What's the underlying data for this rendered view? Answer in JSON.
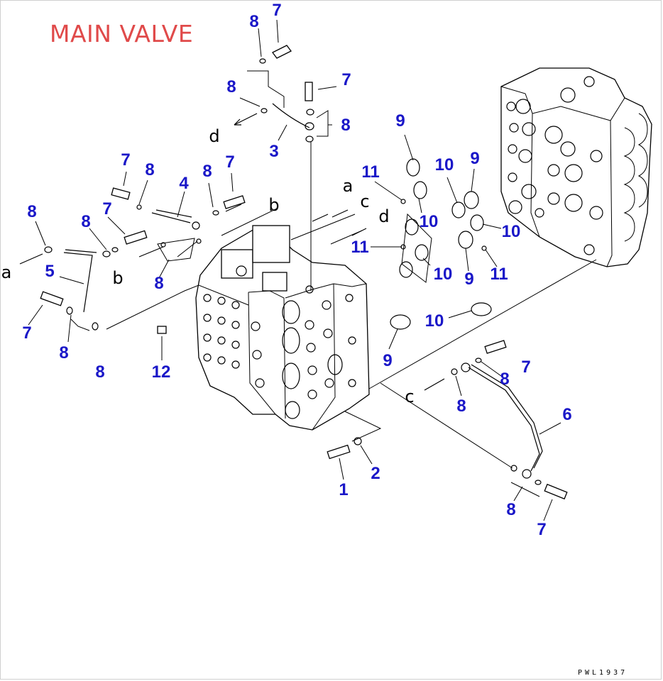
{
  "title": "MAIN VALVE",
  "drawing_code": "PWL1937",
  "colors": {
    "title": "#e04a4a",
    "callout": "#1a17c8",
    "line": "#000000"
  },
  "callouts": [
    {
      "text": "7"
    },
    {
      "text": "8"
    },
    {
      "text": "7"
    },
    {
      "text": "8"
    },
    {
      "text": "8"
    },
    {
      "text": "3"
    },
    {
      "text": "9"
    },
    {
      "text": "7"
    },
    {
      "text": "8"
    },
    {
      "text": "8"
    },
    {
      "text": "7"
    },
    {
      "text": "4"
    },
    {
      "text": "11"
    },
    {
      "text": "10"
    },
    {
      "text": "9"
    },
    {
      "text": "8"
    },
    {
      "text": "7"
    },
    {
      "text": "8"
    },
    {
      "text": "10"
    },
    {
      "text": "10"
    },
    {
      "text": "5"
    },
    {
      "text": "11"
    },
    {
      "text": "10"
    },
    {
      "text": "9"
    },
    {
      "text": "11"
    },
    {
      "text": "8"
    },
    {
      "text": "7"
    },
    {
      "text": "8"
    },
    {
      "text": "8"
    },
    {
      "text": "10"
    },
    {
      "text": "9"
    },
    {
      "text": "12"
    },
    {
      "text": "7"
    },
    {
      "text": "8"
    },
    {
      "text": "8"
    },
    {
      "text": "6"
    },
    {
      "text": "2"
    },
    {
      "text": "1"
    },
    {
      "text": "8"
    },
    {
      "text": "7"
    }
  ],
  "connectors": [
    {
      "text": "d"
    },
    {
      "text": "a"
    },
    {
      "text": "c"
    },
    {
      "text": "b"
    },
    {
      "text": "d"
    },
    {
      "text": "a"
    },
    {
      "text": "b"
    },
    {
      "text": "c"
    }
  ]
}
